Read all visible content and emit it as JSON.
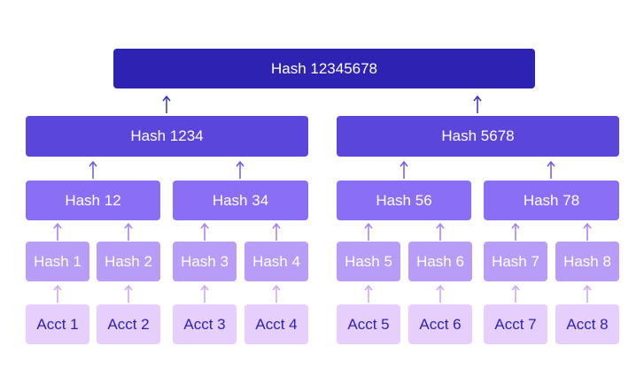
{
  "colors": {
    "root": "#2e22b3",
    "level1": "#5b46dc",
    "level2": "#8a6ff4",
    "level3": "#b79df7",
    "leaf": "#e6cffc",
    "leaf_text": "#2e22b3"
  },
  "tree": {
    "root": "Hash 12345678",
    "level1": [
      "Hash 1234",
      "Hash 5678"
    ],
    "level2": [
      "Hash 12",
      "Hash 34",
      "Hash 56",
      "Hash 78"
    ],
    "level3": [
      "Hash 1",
      "Hash 2",
      "Hash 3",
      "Hash 4",
      "Hash 5",
      "Hash 6",
      "Hash 7",
      "Hash 8"
    ],
    "leaves": [
      "Acct 1",
      "Acct 2",
      "Acct 3",
      "Acct 4",
      "Acct 5",
      "Acct 6",
      "Acct 7",
      "Acct 8"
    ]
  },
  "edges": [
    [
      "Hash 1234",
      "Hash 12345678"
    ],
    [
      "Hash 5678",
      "Hash 12345678"
    ],
    [
      "Hash 12",
      "Hash 1234"
    ],
    [
      "Hash 34",
      "Hash 1234"
    ],
    [
      "Hash 56",
      "Hash 5678"
    ],
    [
      "Hash 78",
      "Hash 5678"
    ],
    [
      "Hash 1",
      "Hash 12"
    ],
    [
      "Hash 2",
      "Hash 12"
    ],
    [
      "Hash 3",
      "Hash 34"
    ],
    [
      "Hash 4",
      "Hash 34"
    ],
    [
      "Hash 5",
      "Hash 56"
    ],
    [
      "Hash 6",
      "Hash 56"
    ],
    [
      "Hash 7",
      "Hash 78"
    ],
    [
      "Hash 8",
      "Hash 78"
    ],
    [
      "Acct 1",
      "Hash 1"
    ],
    [
      "Acct 2",
      "Hash 2"
    ],
    [
      "Acct 3",
      "Hash 3"
    ],
    [
      "Acct 4",
      "Hash 4"
    ],
    [
      "Acct 5",
      "Hash 5"
    ],
    [
      "Acct 6",
      "Hash 6"
    ],
    [
      "Acct 7",
      "Hash 7"
    ],
    [
      "Acct 8",
      "Hash 8"
    ]
  ]
}
